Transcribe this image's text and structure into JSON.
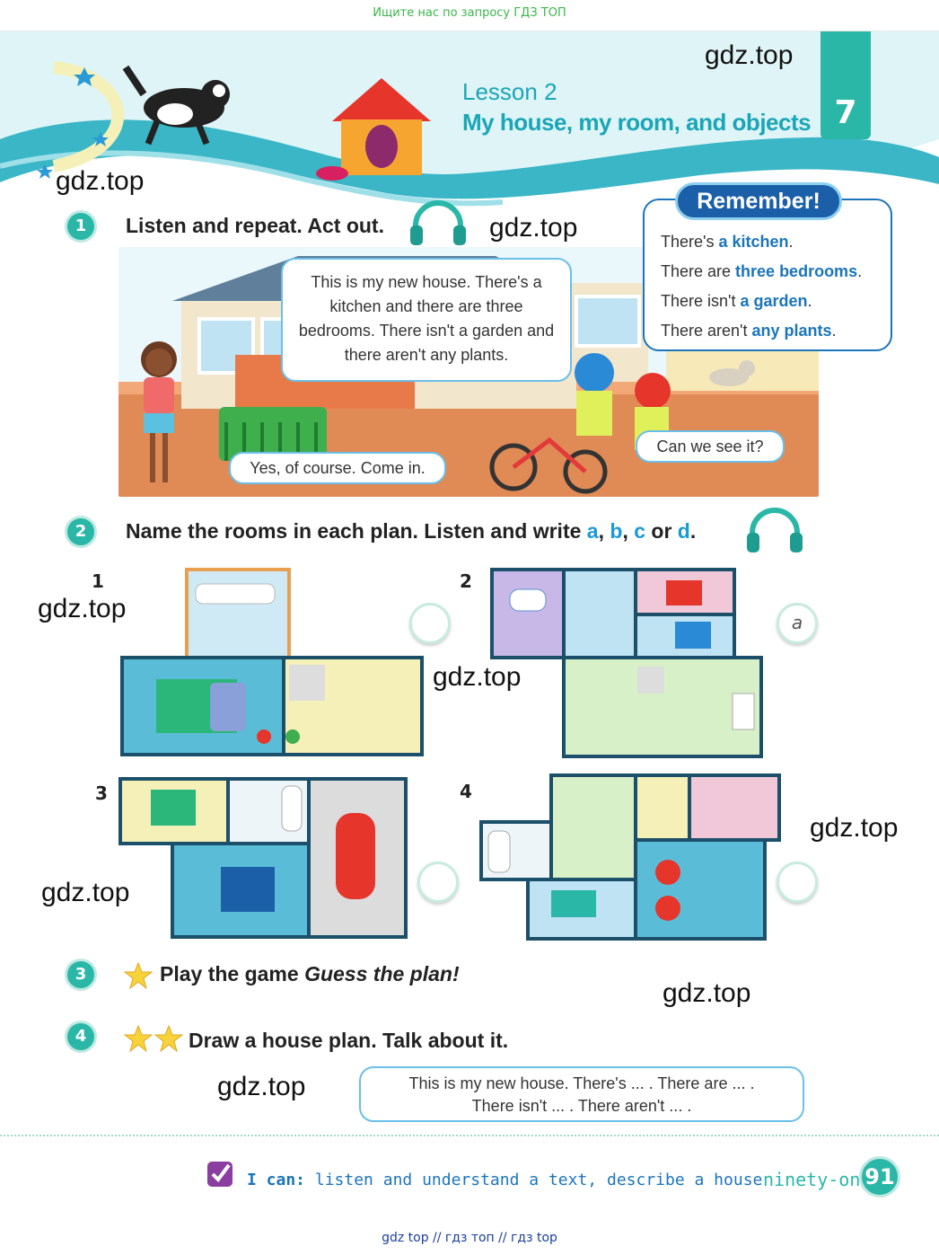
{
  "top_note": "Ищите нас по запросу ГДЗ ТОП",
  "bottom_note": "gdz top  //  гдз топ  //  гдз top",
  "watermark": "gdz.top",
  "header": {
    "lesson": "Lesson 2",
    "title": "My house, my room, and objects",
    "unit_number": "7"
  },
  "remember": {
    "tag": "Remember!",
    "lines": [
      {
        "pre": "There's ",
        "bold": "a kitchen",
        "post": "."
      },
      {
        "pre": "There are ",
        "bold": "three bedrooms",
        "post": "."
      },
      {
        "pre": "There isn't ",
        "bold": "a garden",
        "post": "."
      },
      {
        "pre": "There aren't ",
        "bold": "any plants",
        "post": "."
      }
    ]
  },
  "exercise1": {
    "number": "1",
    "instruction": "Listen and repeat. Act out.",
    "bubble_main": "This is my new house. There's a kitchen and there are three bedrooms. There isn't a garden and there aren't any plants.",
    "bubble_yes": "Yes, of course. Come in.",
    "bubble_can": "Can we see it?"
  },
  "exercise2": {
    "number": "2",
    "instruction_pre": "Name the rooms in each plan. Listen and write ",
    "letters": [
      "a",
      "b",
      "c",
      "d"
    ],
    "sep1": ", ",
    "sep2": ", ",
    "sep3": " or ",
    "end": ".",
    "plans": [
      {
        "label": "1",
        "answer": ""
      },
      {
        "label": "2",
        "answer": "a"
      },
      {
        "label": "3",
        "answer": ""
      },
      {
        "label": "4",
        "answer": ""
      }
    ]
  },
  "exercise3": {
    "number": "3",
    "instruction_pre": "Play the game ",
    "instruction_em": "Guess the plan!"
  },
  "exercise4": {
    "number": "4",
    "instruction": "Draw a house plan. Talk about it.",
    "bubble_line1": "This is my new house. There's ... . There are ... .",
    "bubble_line2": "There isn't ... . There aren't ... ."
  },
  "footer": {
    "i_can_label": "I can:",
    "i_can_text": " listen and understand a text, describe a house",
    "page_word": "ninety-one",
    "page_number": "91"
  }
}
